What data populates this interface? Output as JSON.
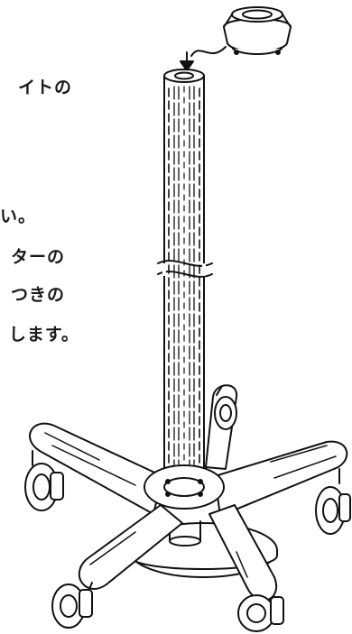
{
  "text_lines": [
    "イトの",
    "い。",
    "ターの",
    "つきの",
    "します。"
  ]
}
